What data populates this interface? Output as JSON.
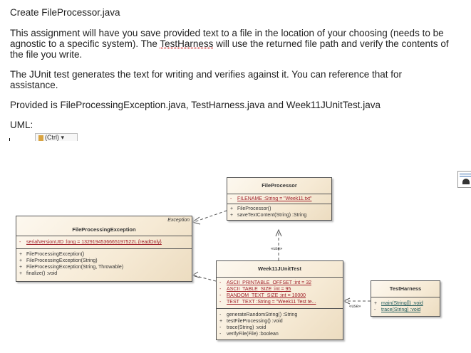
{
  "doc": {
    "title": "Create FileProcessor.java",
    "para1_a": "This assignment will have you save provided text to a file in the location of your choosing (needs to be agnostic to a specific system). The ",
    "para1_link": "TestHarness",
    "para1_b": " will use the returned file path and verify the contents of the file you write.",
    "para2": "The JUnit test generates the text for writing and verifies against it. You can reference that for assistance.",
    "para3": "Provided is FileProcessingException.java, TestHarness.java and Week11JUnitTest.java",
    "uml_label": "UML:",
    "paste_label": "(Ctrl) ▾"
  },
  "uml": {
    "file_processor": {
      "name": "FileProcessor",
      "attrs": [
        {
          "vis": "-",
          "text": "FILENAME  :String = \"Week11.txt\""
        }
      ],
      "ops": [
        {
          "vis": "+",
          "text": "FileProcessor()"
        },
        {
          "vis": "+",
          "text": "saveTextContent(String)  :String"
        }
      ]
    },
    "exception": {
      "stereotype": "Exception",
      "name": "FileProcessingException",
      "attrs": [
        {
          "vis": "-",
          "text": "serialVersionUID  :long = 1329194536665197522L {readOnly}"
        }
      ],
      "ops": [
        {
          "vis": "+",
          "text": "FileProcessingException()"
        },
        {
          "vis": "+",
          "text": "FileProcessingException(String)"
        },
        {
          "vis": "+",
          "text": "FileProcessingException(String, Throwable)"
        },
        {
          "vis": "+",
          "text": "finalize()  :void"
        }
      ]
    },
    "junit": {
      "name": "Week11JUnitTest",
      "attrs": [
        {
          "vis": "-",
          "text": "ASCII_PRINTABLE_OFFSET  :int = 32"
        },
        {
          "vis": "-",
          "text": "ASCII_TABLE_SIZE  :int = 95"
        },
        {
          "vis": "-",
          "text": "RANDOM_TEXT_SIZE  :int = 10000"
        },
        {
          "vis": "-",
          "text": "TEST_TEXT  :String = \"Week11 Test te..."
        }
      ],
      "ops": [
        {
          "vis": "-",
          "text": "generateRandomString()  :String"
        },
        {
          "vis": "+",
          "text": "testFileProcessing()  :void"
        },
        {
          "vis": "-",
          "text": "trace(String)  :void"
        },
        {
          "vis": "-",
          "text": "verifyFile(File)  :boolean"
        }
      ]
    },
    "harness": {
      "name": "TestHarness",
      "ops": [
        {
          "vis": "+",
          "text": "main(String[])  :void"
        },
        {
          "vis": "-",
          "text": "trace(String)  :void"
        }
      ]
    },
    "use1": "«use»",
    "use2": "«use»"
  }
}
